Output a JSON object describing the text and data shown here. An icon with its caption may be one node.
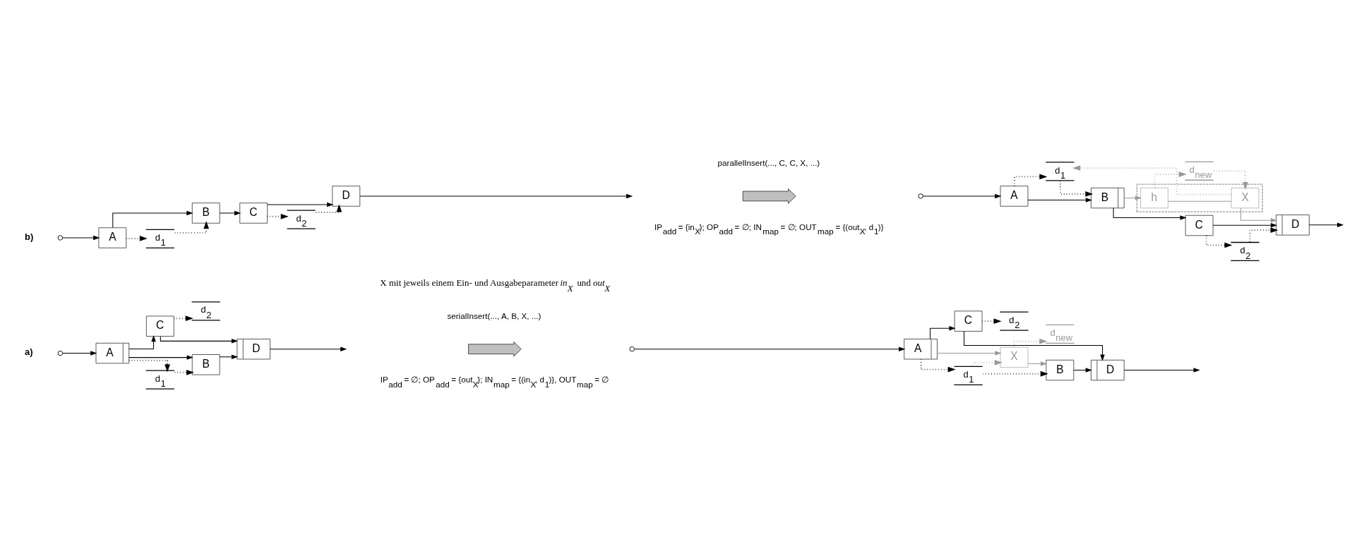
{
  "diagram": {
    "nodes": [
      {
        "text": [
          "A"
        ]
      },
      {
        "text": [
          "d$_{1}$"
        ]
      },
      {
        "text": [
          "d$_{2}$"
        ]
      },
      {
        "text": [
          "B"
        ]
      },
      {
        "text": [
          "C"
        ]
      },
      {
        "text": [
          "D"
        ]
      },
      {
        "text": [],
        "shape": "arrow",
        "beside": [
          "serialInsert(..., A, B, X, ...)",
          "IP$_{add}$ = ∅; OP$_{add}$ = {out$_{X}$}; IN$_{map}$ = {(in$_{X}$, d$_{1}$)}, OUT$_{map}$ = ∅"
        ]
      },
      {
        "text": [
          "d$_{1}$"
        ]
      },
      {
        "text": [
          "d$_{new}$"
        ]
      },
      {
        "text": [
          "d$_{2}$"
        ]
      },
      {
        "text": [
          "A"
        ]
      },
      {
        "text": [
          "X"
        ]
      },
      {
        "text": [
          "B"
        ]
      },
      {
        "text": [
          "C"
        ]
      },
      {
        "text": [
          "D"
        ]
      },
      {
        "text": [
          "d$_{1}$"
        ]
      },
      {
        "text": [
          "d$_{2}$"
        ]
      },
      {
        "text": [
          "A"
        ]
      },
      {
        "text": [
          "B"
        ]
      },
      {
        "text": [
          "C"
        ]
      },
      {
        "text": [
          "D"
        ]
      },
      {
        "text": [],
        "shape": "arrow",
        "beside": [
          "parallelInsert(..., C, C, X, ...)",
          "IP$_{add}$ = {in$_{X}$}; OP$_{add}$ = ∅; IN$_{map}$ = ∅; OUT$_{map}$ = {(out$_{X}$, d$_{1}$)}"
        ]
      },
      {
        "text": [
          "d$_{1}$"
        ]
      },
      {
        "text": [
          "d$_{new}$"
        ]
      },
      {
        "text": [
          "d$_{2}$"
        ]
      },
      {
        "text": [
          "A"
        ]
      },
      {
        "text": [
          "B"
        ]
      },
      {
        "text": [],
        "shape": "box"
      },
      {
        "text": [
          "h"
        ],
        "in": 27
      },
      {
        "text": [
          "X"
        ],
        "in": 27
      },
      {
        "text": [
          "C"
        ]
      },
      {
        "text": [
          "D"
        ]
      }
    ],
    "edges": [
      {
        "from": null,
        "to": 0,
        "arrow": "to"
      },
      {
        "from": 0,
        "to": 3,
        "arrow": "to"
      },
      {
        "from": 0,
        "to": 4,
        "arrow": "to"
      },
      {
        "from": 3,
        "to": 5,
        "arrow": "to"
      },
      {
        "from": 4,
        "to": 5,
        "arrow": "to"
      },
      {
        "from": 5,
        "to": null,
        "arrow": "to"
      },
      {
        "from": 0,
        "to": 1,
        "arrow": "to",
        "style": "dashed"
      },
      {
        "from": 1,
        "to": 3,
        "arrow": "to",
        "style": "dashed"
      },
      {
        "from": 4,
        "to": 2,
        "arrow": "to",
        "style": "dashed"
      },
      {
        "from": null,
        "to": 10,
        "arrow": "to"
      },
      {
        "from": 10,
        "to": 11,
        "arrow": "to",
        "color": "#999999"
      },
      {
        "from": 11,
        "to": 12,
        "arrow": "to",
        "color": "#999999"
      },
      {
        "from": 10,
        "to": 13,
        "arrow": "to"
      },
      {
        "from": 12,
        "to": 14,
        "arrow": "to"
      },
      {
        "from": 13,
        "to": 14,
        "arrow": "to"
      },
      {
        "from": 14,
        "to": null,
        "arrow": "to"
      },
      {
        "from": 10,
        "to": 7,
        "arrow": "to",
        "style": "dashed"
      },
      {
        "from": 7,
        "to": 12,
        "arrow": "to",
        "style": "dashed"
      },
      {
        "from": 7,
        "to": 11,
        "arrow": "to",
        "style": "dashed",
        "color": "#999999"
      },
      {
        "from": 11,
        "to": 8,
        "arrow": "to",
        "style": "dashed",
        "color": "#999999"
      },
      {
        "from": 13,
        "to": 9,
        "arrow": "to",
        "style": "dashed"
      },
      {
        "from": null,
        "to": 17,
        "arrow": "to"
      },
      {
        "from": 17,
        "to": 18,
        "arrow": "to"
      },
      {
        "from": 18,
        "to": 19,
        "arrow": "to"
      },
      {
        "from": 19,
        "to": 20,
        "arrow": "to"
      },
      {
        "from": 20,
        "to": null,
        "arrow": "to"
      },
      {
        "from": 17,
        "to": 15,
        "arrow": "to",
        "style": "dashed"
      },
      {
        "from": 15,
        "to": 18,
        "arrow": "to",
        "style": "dashed"
      },
      {
        "from": 19,
        "to": 16,
        "arrow": "to",
        "style": "dashed"
      },
      {
        "from": 16,
        "to": 20,
        "arrow": "to",
        "style": "dashed"
      },
      {
        "from": null,
        "to": 25,
        "arrow": "to"
      },
      {
        "from": 25,
        "to": 26,
        "arrow": "to"
      },
      {
        "from": 26,
        "to": 28,
        "arrow": "to",
        "color": "#999999"
      },
      {
        "from": 28,
        "to": 29,
        "arrow": "none",
        "color": "#999999"
      },
      {
        "from": 29,
        "to": 31,
        "arrow": "to",
        "color": "#999999"
      },
      {
        "from": 26,
        "to": 30,
        "arrow": "to"
      },
      {
        "from": 30,
        "to": 31,
        "arrow": "to"
      },
      {
        "from": 31,
        "to": null,
        "arrow": "to"
      },
      {
        "from": 25,
        "to": 22,
        "arrow": "to",
        "style": "dashed"
      },
      {
        "from": 22,
        "to": 26,
        "arrow": "to",
        "style": "dashed"
      },
      {
        "from": 28,
        "to": 23,
        "arrow": "to",
        "style": "dashed",
        "color": "#999999"
      },
      {
        "from": 23,
        "to": 29,
        "arrow": "to",
        "style": "dashed",
        "color": "#999999"
      },
      {
        "from": 29,
        "to": 22,
        "arrow": "to",
        "style": "dashed",
        "color": "#999999"
      },
      {
        "from": 30,
        "to": 24,
        "arrow": "to",
        "style": "dashed"
      },
      {
        "from": 24,
        "to": 31,
        "arrow": "to",
        "style": "dashed"
      }
    ],
    "labels": [
      "a)",
      "X mit jeweils einem Ein- und Ausgabeparameter *in$_{X}$* und *out$_{X}$*",
      "b)"
    ]
  }
}
